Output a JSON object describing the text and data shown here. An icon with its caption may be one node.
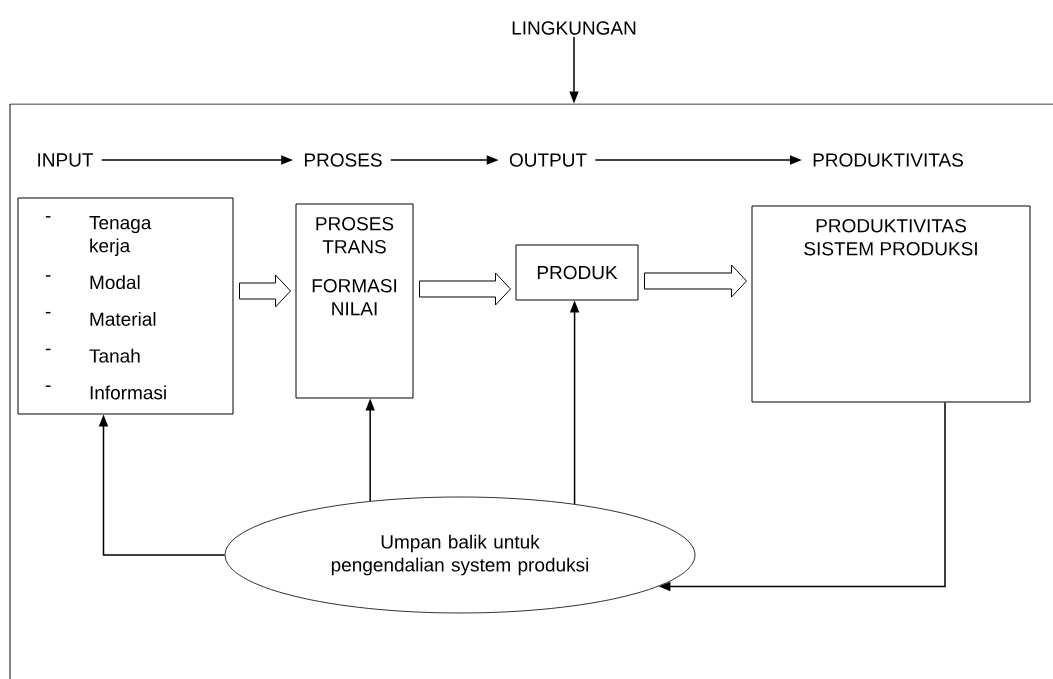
{
  "diagram": {
    "nodes": [
      {
        "text": [
          "LINGKUNGAN"
        ]
      },
      {
        "text": [],
        "shape": "box"
      },
      {
        "text": [
          "INPUT"
        ],
        "in": 1
      },
      {
        "text": [
          "PROSES"
        ],
        "in": 1
      },
      {
        "text": [
          "OUTPUT"
        ],
        "in": 1
      },
      {
        "text": [
          "PRODUKTIVITAS"
        ],
        "in": 1
      },
      {
        "text": [
          "-",
          "Tenaga kerja",
          "-",
          "Modal",
          "-",
          "Material",
          "-",
          "Tanah",
          "-",
          "Informasi"
        ],
        "in": 1
      },
      {
        "text": [
          "PROSES TRANS",
          "FORMASI NILAI"
        ],
        "in": 1
      },
      {
        "text": [
          "PRODUK"
        ],
        "in": 1
      },
      {
        "text": [
          "PRODUKTIVITAS SISTEM PRODUKSI"
        ],
        "in": 1
      },
      {
        "text": [
          "Umpan balik untuk pengendalian system produksi"
        ],
        "in": 1
      }
    ],
    "edges": [
      {
        "from": 0,
        "to": 1,
        "arrow": "to"
      },
      {
        "from": 2,
        "to": 3,
        "arrow": "to"
      },
      {
        "from": 3,
        "to": 4,
        "arrow": "to"
      },
      {
        "from": 4,
        "to": 5,
        "arrow": "to"
      },
      {
        "from": 6,
        "to": 7,
        "arrow": "to",
        "style": "thick"
      },
      {
        "from": 7,
        "to": 8,
        "arrow": "to",
        "style": "thick"
      },
      {
        "from": 8,
        "to": 9,
        "arrow": "to",
        "style": "thick"
      },
      {
        "from": 10,
        "to": 6,
        "arrow": "to"
      },
      {
        "from": 10,
        "to": 7,
        "arrow": "to"
      },
      {
        "from": 10,
        "to": 8,
        "arrow": "to"
      },
      {
        "from": 9,
        "to": 10,
        "arrow": "to"
      }
    ]
  }
}
